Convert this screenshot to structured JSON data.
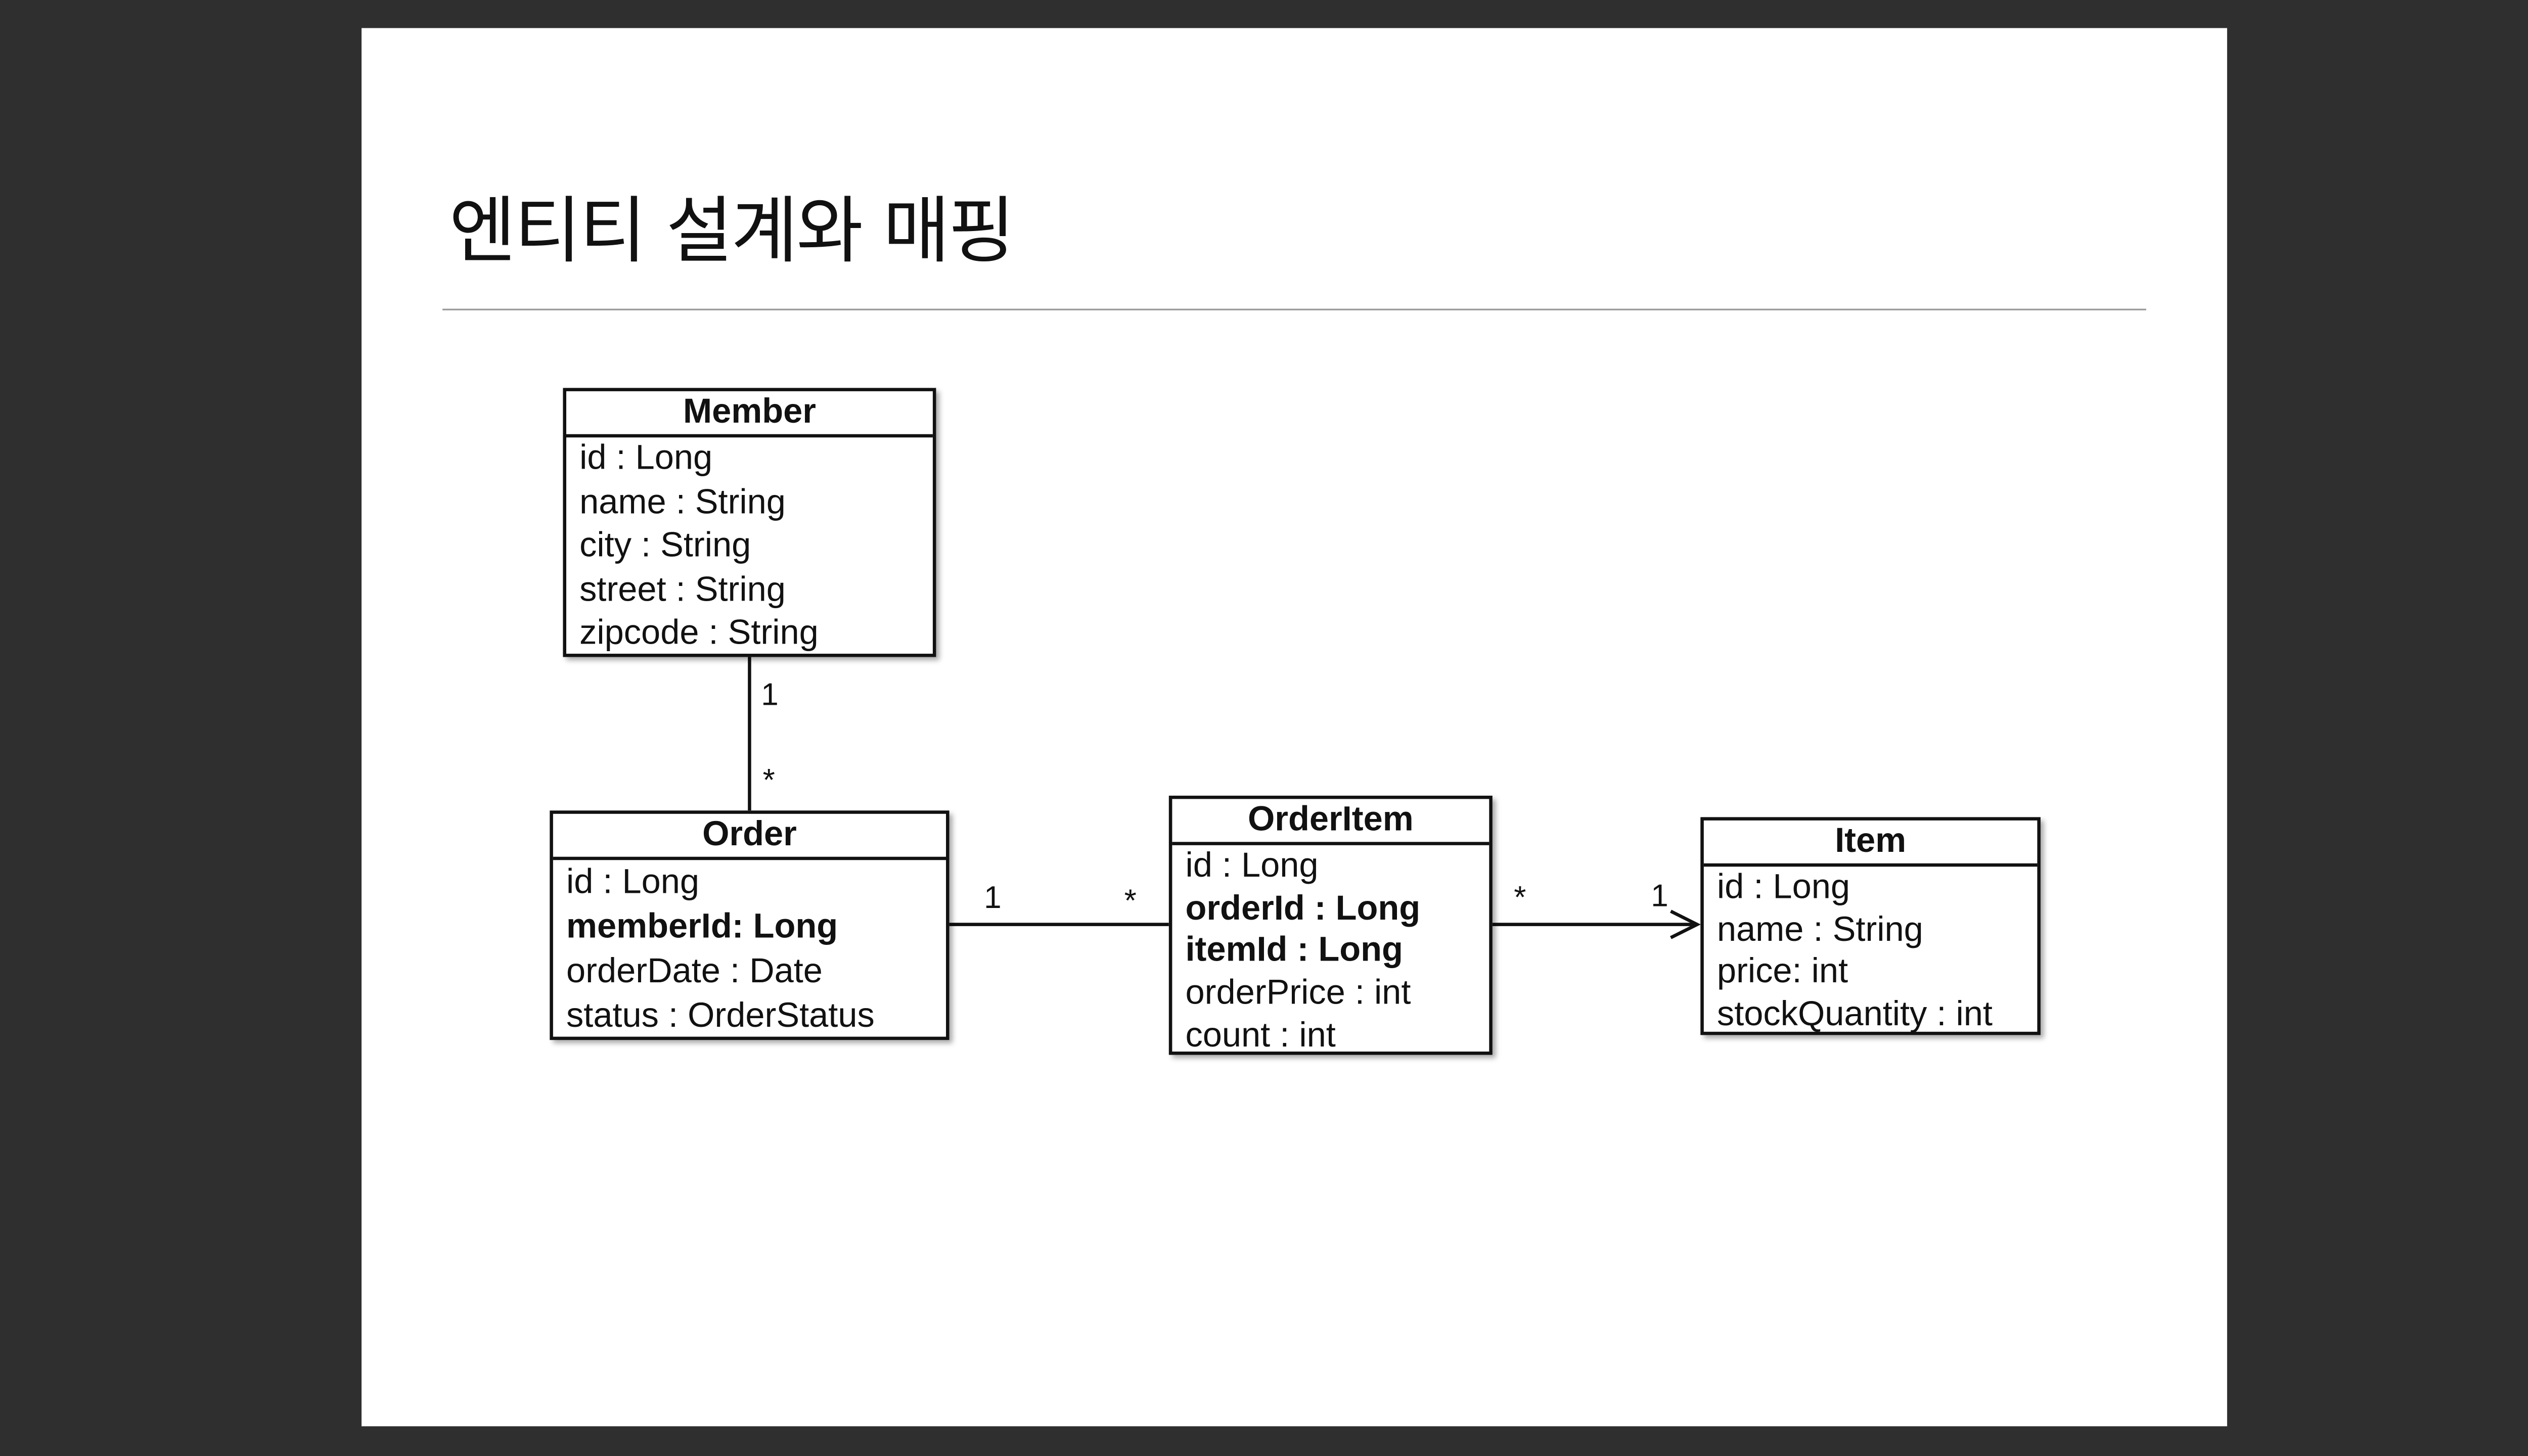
{
  "slide": {
    "title": "엔티티 설계와 매핑"
  },
  "entities": {
    "member": {
      "name": "Member",
      "attributes": [
        {
          "text": "id : Long",
          "bold": false
        },
        {
          "text": "name : String",
          "bold": false
        },
        {
          "text": "city : String",
          "bold": false
        },
        {
          "text": "street : String",
          "bold": false
        },
        {
          "text": "zipcode : String",
          "bold": false
        }
      ]
    },
    "order": {
      "name": "Order",
      "attributes": [
        {
          "text": "id : Long",
          "bold": false
        },
        {
          "text": "memberId: Long",
          "bold": true
        },
        {
          "text": "orderDate : Date",
          "bold": false
        },
        {
          "text": "status : OrderStatus",
          "bold": false
        }
      ]
    },
    "orderitem": {
      "name": "OrderItem",
      "attributes": [
        {
          "text": "id : Long",
          "bold": false
        },
        {
          "text": "orderId : Long",
          "bold": true
        },
        {
          "text": "itemId : Long",
          "bold": true
        },
        {
          "text": "orderPrice : int",
          "bold": false
        },
        {
          "text": "count : int",
          "bold": false
        }
      ]
    },
    "item": {
      "name": "Item",
      "attributes": [
        {
          "text": "id : Long",
          "bold": false
        },
        {
          "text": "name : String",
          "bold": false
        },
        {
          "text": "price: int",
          "bold": false
        },
        {
          "text": "stockQuantity : int",
          "bold": false
        }
      ]
    }
  },
  "relationships": {
    "member_order": {
      "from": "Member",
      "to": "Order",
      "from_mult": "1",
      "to_mult": "*"
    },
    "order_orderitem": {
      "from": "Order",
      "to": "OrderItem",
      "from_mult": "1",
      "to_mult": "*"
    },
    "orderitem_item": {
      "from": "OrderItem",
      "to": "Item",
      "from_mult": "*",
      "to_mult": "1",
      "directed": true
    }
  }
}
